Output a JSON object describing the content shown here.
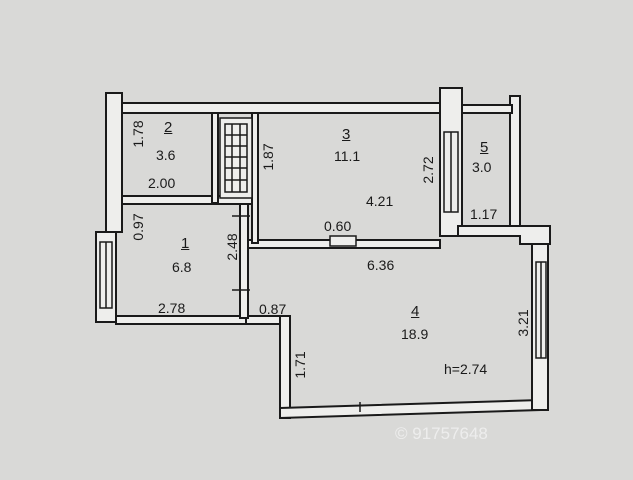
{
  "rooms": [
    {
      "number": "1",
      "area": "6.8"
    },
    {
      "number": "2",
      "area": "3.6"
    },
    {
      "number": "3",
      "area": "11.1"
    },
    {
      "number": "4",
      "area": "18.9"
    },
    {
      "number": "5",
      "area": "3.0"
    }
  ],
  "dimensions": {
    "d_1_78": "1.78",
    "d_2_00": "2.00",
    "d_1_87": "1.87",
    "d_4_21": "4.21",
    "d_2_72": "2.72",
    "d_1_17": "1.17",
    "d_0_97": "0.97",
    "d_2_48": "2.48",
    "d_0_60": "0.60",
    "d_6_36": "6.36",
    "d_2_78": "2.78",
    "d_0_87": "0.87",
    "d_3_21": "3.21",
    "d_1_71": "1.71"
  },
  "ceiling_height": "h=2.74",
  "watermark": "© 91757648",
  "colors": {
    "background": "#d9d9d7",
    "wall": "#1a1a1a",
    "fill": "#eeeeec"
  }
}
